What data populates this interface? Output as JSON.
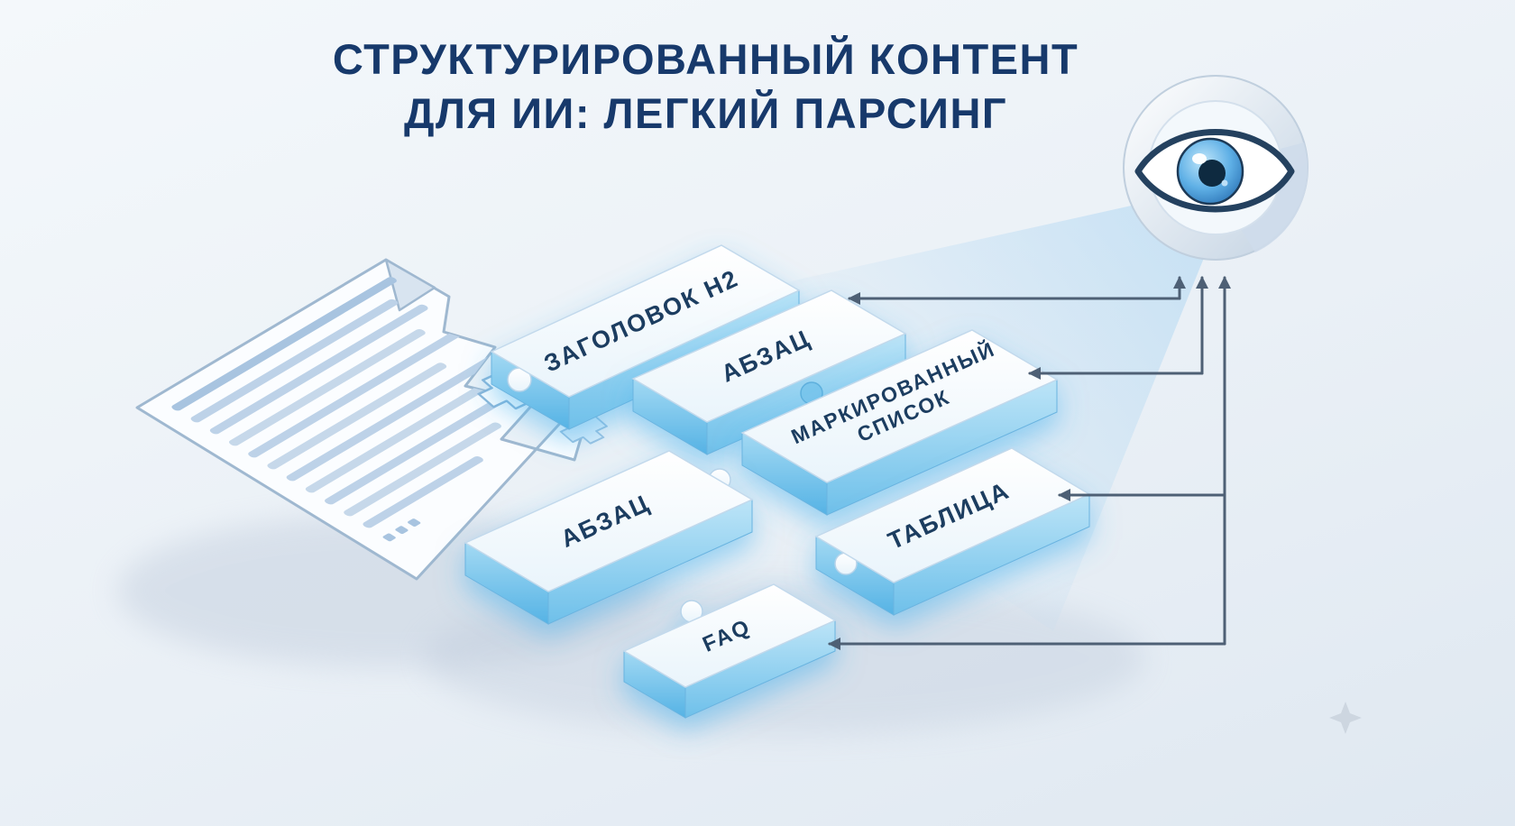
{
  "title": {
    "line1": "СТРУКТУРИРОВАННЫЙ КОНТЕНТ",
    "line2": "ДЛЯ ИИ: ЛЕГКИЙ ПАРСИНГ"
  },
  "pieces": {
    "heading_h2": {
      "label": "ЗАГОЛОВОК H2"
    },
    "paragraph_top": {
      "label": "АБЗАЦ"
    },
    "bulleted_list": {
      "line1": "МАРКИРОВАННЫЙ",
      "line2": "СПИСОК"
    },
    "table": {
      "label": "ТАБЛИЦА"
    },
    "paragraph_left": {
      "label": "АБЗАЦ"
    },
    "faq": {
      "label": "FAQ"
    }
  },
  "icons": {
    "eye": "eye-icon",
    "document": "document-icon",
    "puzzle_piece": "puzzle-piece-icon",
    "arrow": "arrow-connector",
    "sparkle": "sparkle-icon"
  },
  "colors": {
    "title": "#17396B",
    "accent_blue": "#4FB3E8",
    "piece_top": "#FFFFFF",
    "piece_side": "#6EC0EA",
    "arrow": "#4E6075",
    "background": "#E9EFF5",
    "iris": "#3E8FD0",
    "document_line": "#B9D0E6"
  }
}
